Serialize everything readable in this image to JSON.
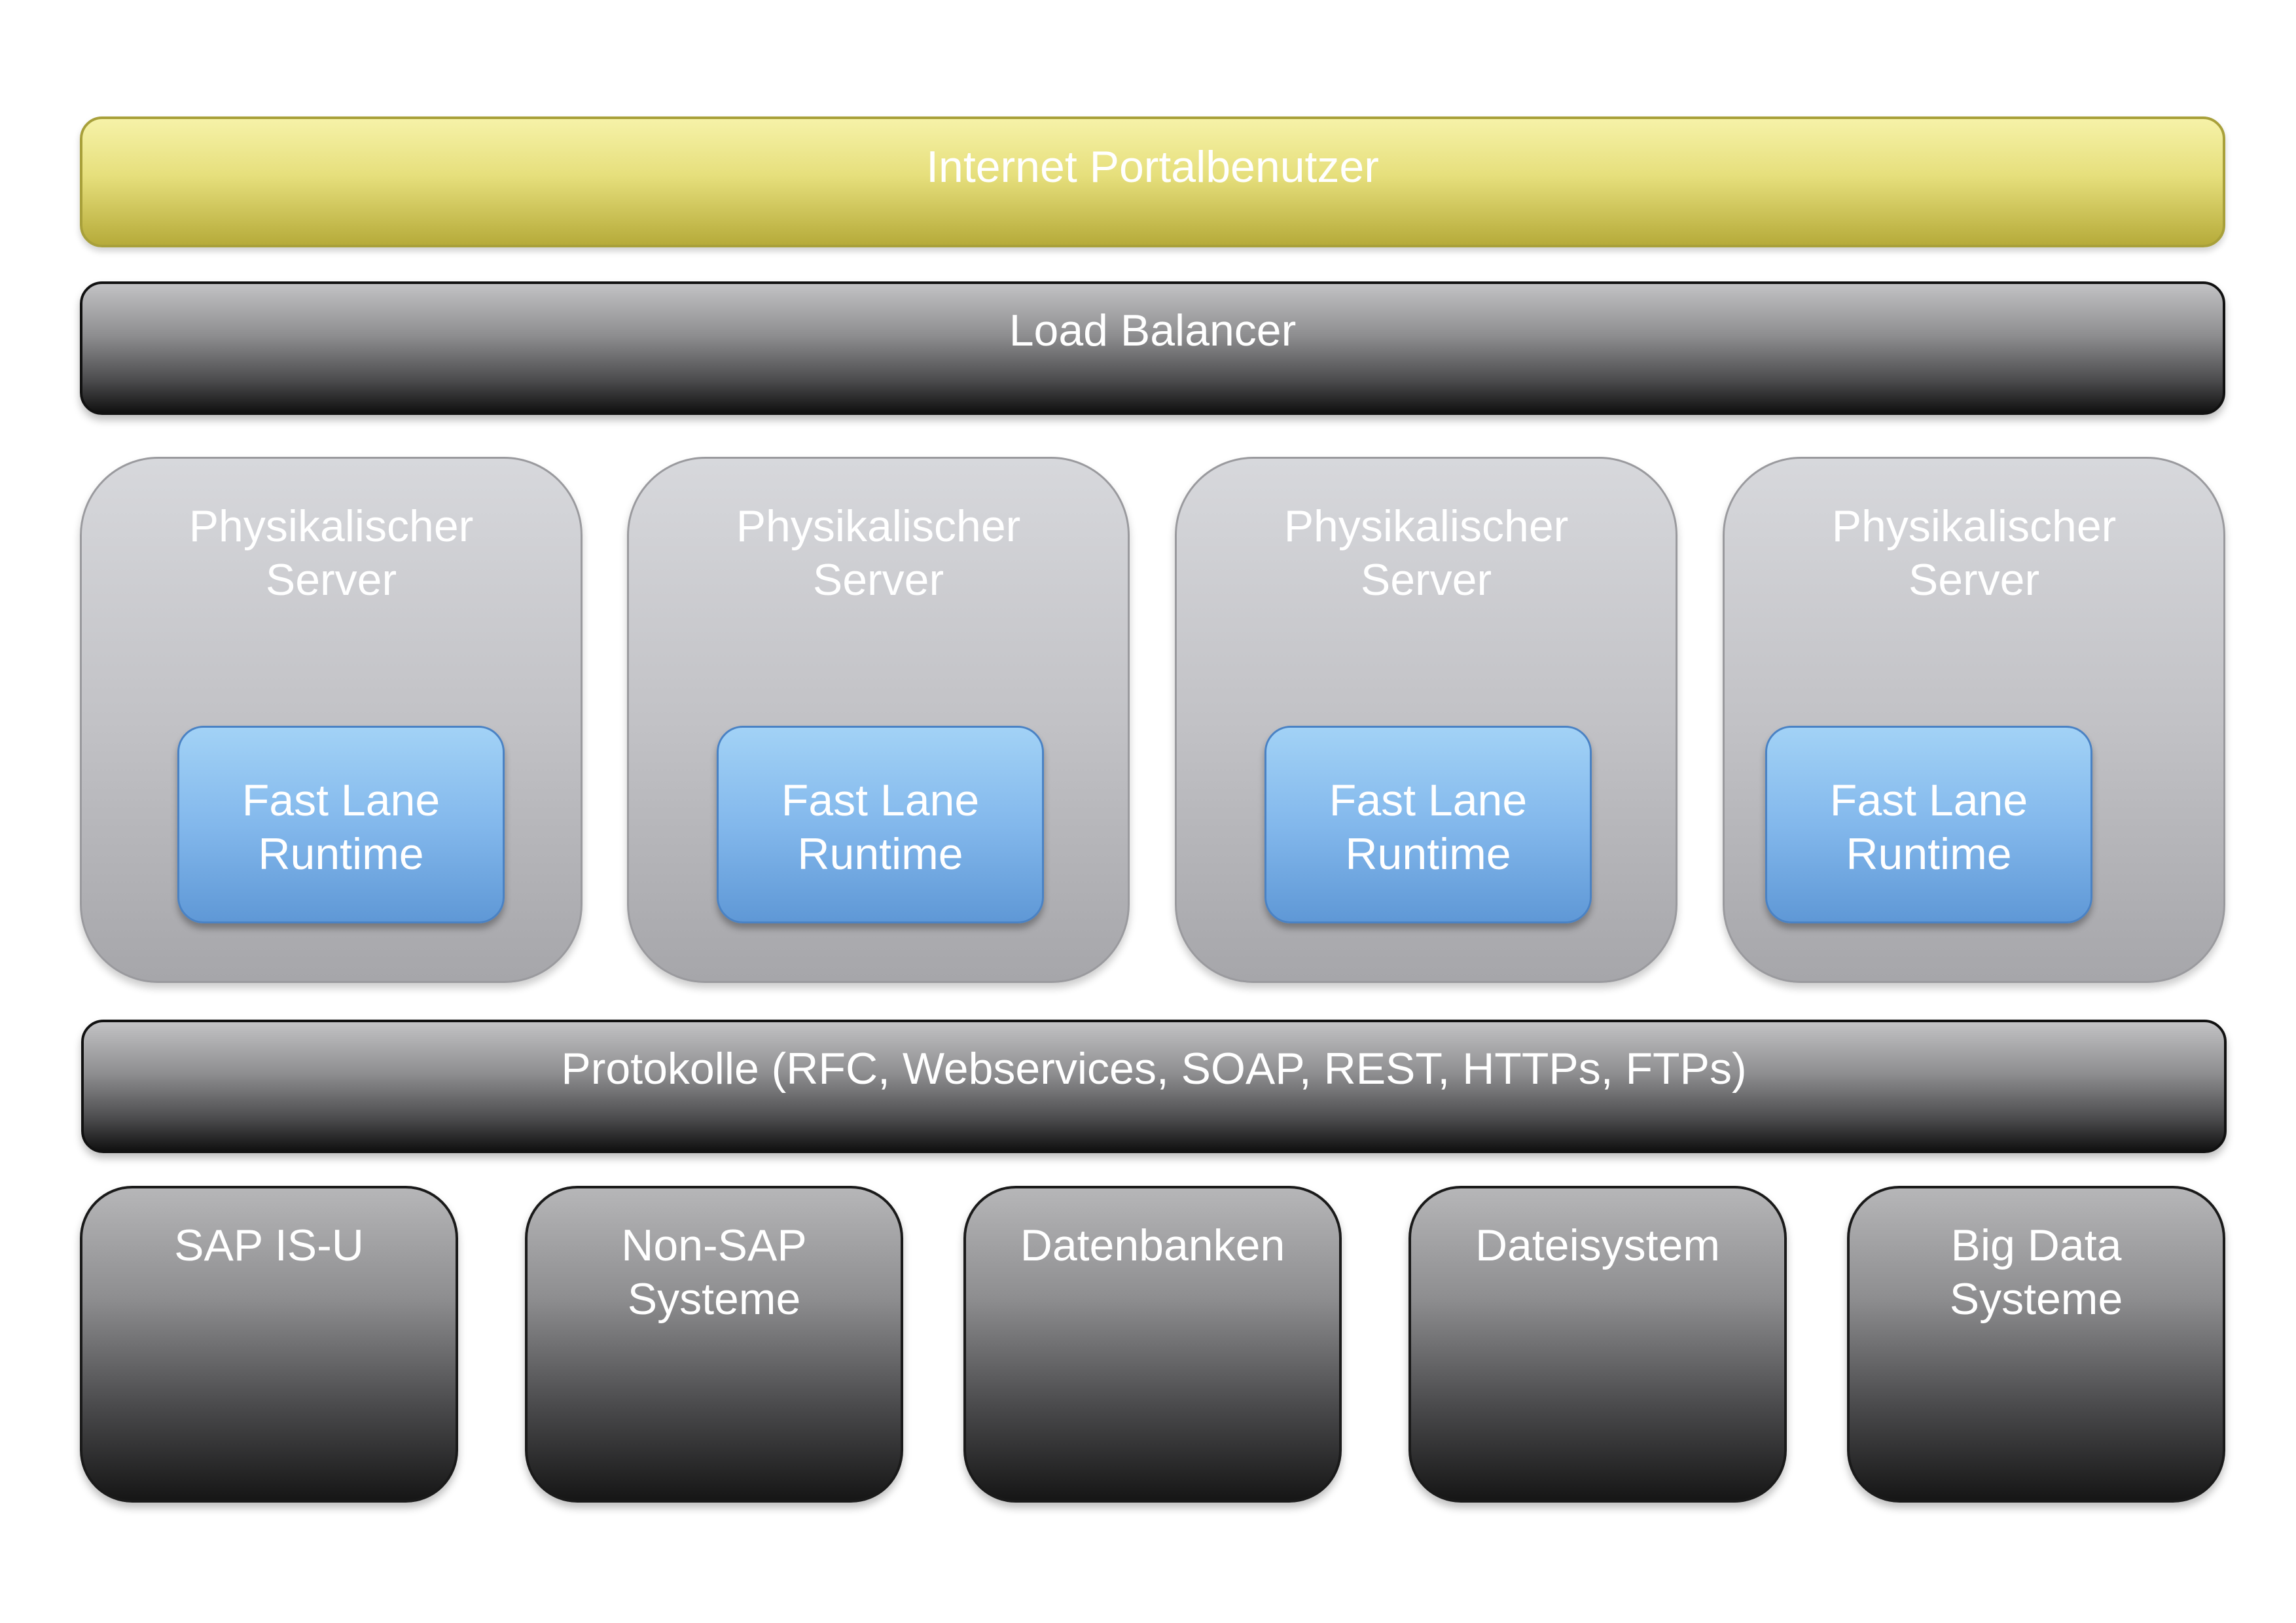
{
  "top": {
    "portal_users": "Internet Portalbenutzer",
    "load_balancer": "Load Balancer"
  },
  "servers": [
    {
      "title": "Physikalischer\nServer",
      "runtime": "Fast Lane\nRuntime"
    },
    {
      "title": "Physikalischer\nServer",
      "runtime": "Fast Lane\nRuntime"
    },
    {
      "title": "Physikalischer\nServer",
      "runtime": "Fast Lane\nRuntime"
    },
    {
      "title": "Physikalischer\nServer",
      "runtime": "Fast Lane\nRuntime"
    }
  ],
  "protocols": "Protokolle (RFC, Webservices, SOAP, REST, HTTPs, FTPs)",
  "backends": [
    "SAP IS-U",
    "Non-SAP\nSysteme",
    "Datenbanken",
    "Dateisystem",
    "Big Data\nSysteme"
  ],
  "colors": {
    "portal_bar": "#e6df7c",
    "dark_bar": "#4c4c4e",
    "server_box": "#c2c2c6",
    "runtime_box": "#83b8ec",
    "text": "#ffffff"
  }
}
